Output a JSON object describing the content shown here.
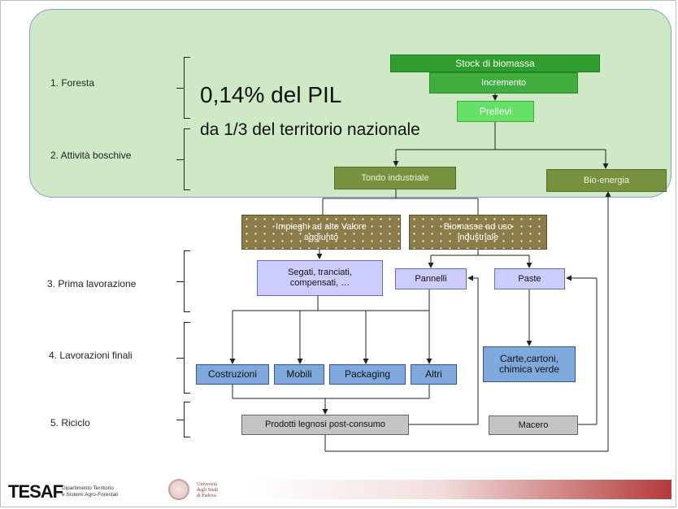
{
  "sections": [
    "1. Foresta",
    "2. Attività boschive",
    "3. Prima lavorazione",
    "4. Lavorazioni finali",
    "5. Riciclo"
  ],
  "headline": "0,14% del PIL",
  "subheadline": "da 1/3 del territorio nazionale",
  "nodes": {
    "stock": "Stock di biomassa",
    "incremento": "Incremento",
    "prelievi": "Prelievi",
    "tondo": "Tondo industriale",
    "bioenergia": "Bio-energia",
    "impieghi": "Impieghi ad alto Valore aggiunto",
    "biomasse": "Biomasse ad uso industriale",
    "segati": "Segati, tranciati, compensati, …",
    "pannelli": "Pannelli",
    "paste": "Paste",
    "costruzioni": "Costruzioni",
    "mobili": "Mobili",
    "packaging": "Packaging",
    "altri": "Altri",
    "carte": "Carte,cartoni, chimica verde",
    "prodotti": "Prodotti legnosi post-consumo",
    "macero": "Macero"
  },
  "footer": {
    "logo": "TESAF",
    "dept_line1": "Dipartimento Territorio",
    "dept_line2": "e Sistemi Agro-Forestali",
    "uni_line1": "Università",
    "uni_line2": "degli Studi",
    "uni_line3": "di Padova"
  },
  "colors": {
    "forest_panel": "#cfe8c6",
    "stock": "#2f9e2f",
    "prelievi": "#66e066",
    "olive": "#77913f",
    "first_processing": "#ccccff",
    "final_processing": "#7fa9dc",
    "recycling": "#c4c4c4",
    "footer_accent": "#b33b3b"
  }
}
